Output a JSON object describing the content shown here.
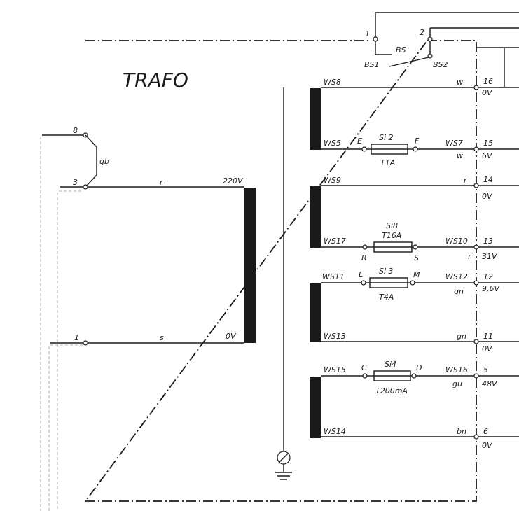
{
  "title": "TRAFO",
  "switch": {
    "label": "BS",
    "contact_1": "1",
    "contact_2": "2",
    "pole_1": "BS1",
    "pole_2": "BS2"
  },
  "primary": {
    "bridge": "gb",
    "pins": [
      {
        "pin": "8",
        "wire": "",
        "voltage": ""
      },
      {
        "pin": "3",
        "wire": "r",
        "voltage": "220V"
      },
      {
        "pin": "1",
        "wire": "s",
        "voltage": "0V"
      }
    ]
  },
  "secondary": {
    "groups": [
      {
        "top": {
          "ws": "WS8",
          "wire": "w",
          "pin": "16",
          "voltage": "0V"
        },
        "bottom": {
          "ws": "WS5",
          "ws_right": "WS7",
          "wire": "w",
          "pin": "15",
          "voltage": "6V"
        },
        "fuse": {
          "name": "Si 2",
          "rating": "T1A",
          "left": "E",
          "right": "F"
        }
      },
      {
        "top": {
          "ws": "WS9",
          "wire": "r",
          "pin": "14",
          "voltage": "0V"
        },
        "bottom": {
          "ws": "WS17",
          "ws_right": "WS10",
          "wire": "r",
          "pin": "13",
          "voltage": "31V"
        },
        "fuse": {
          "name": "Si8",
          "rating": "T16A",
          "left": "R",
          "right": "S"
        }
      },
      {
        "top": {
          "ws": "WS11",
          "ws_right": "WS12",
          "wire": "gn",
          "pin": "12",
          "voltage": "9,6V"
        },
        "bottom": {
          "ws": "WS13",
          "wire": "gn",
          "pin": "11",
          "voltage": "0V"
        },
        "fuse": {
          "name": "Si 3",
          "rating": "T4A",
          "left": "L",
          "right": "M"
        }
      },
      {
        "top": {
          "ws": "WS15",
          "ws_right": "WS16",
          "wire": "gu",
          "pin": "5",
          "voltage": "48V"
        },
        "bottom": {
          "ws": "WS14",
          "wire": "bn",
          "pin": "6",
          "voltage": "0V"
        },
        "fuse": {
          "name": "Si4",
          "rating": "T200mA",
          "left": "C",
          "right": "D"
        }
      }
    ]
  },
  "ground_icon": "ground-icon"
}
